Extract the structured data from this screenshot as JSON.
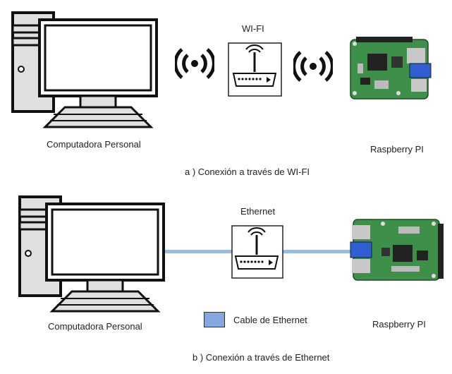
{
  "section_a": {
    "wifi_label": "WI-FI",
    "pc_label": "Computadora Personal",
    "pi_label": "Raspberry PI",
    "caption": "a ) Conexión a través de WI-FI",
    "signal_symbol": "wifi-signal-icon"
  },
  "section_b": {
    "ethernet_label": "Ethernet",
    "pc_label": "Computadora Personal",
    "pi_label": "Raspberry PI",
    "legend_label": "Cable de Ethernet",
    "caption": "b ) Conexión a través de Ethernet"
  },
  "colors": {
    "device_gray": "#e0e0e0",
    "device_dark": "#111111",
    "cable_blue": "#9bb9e8",
    "legend_fill": "#87a7e0",
    "pcb_green": "#3e8f4a"
  }
}
